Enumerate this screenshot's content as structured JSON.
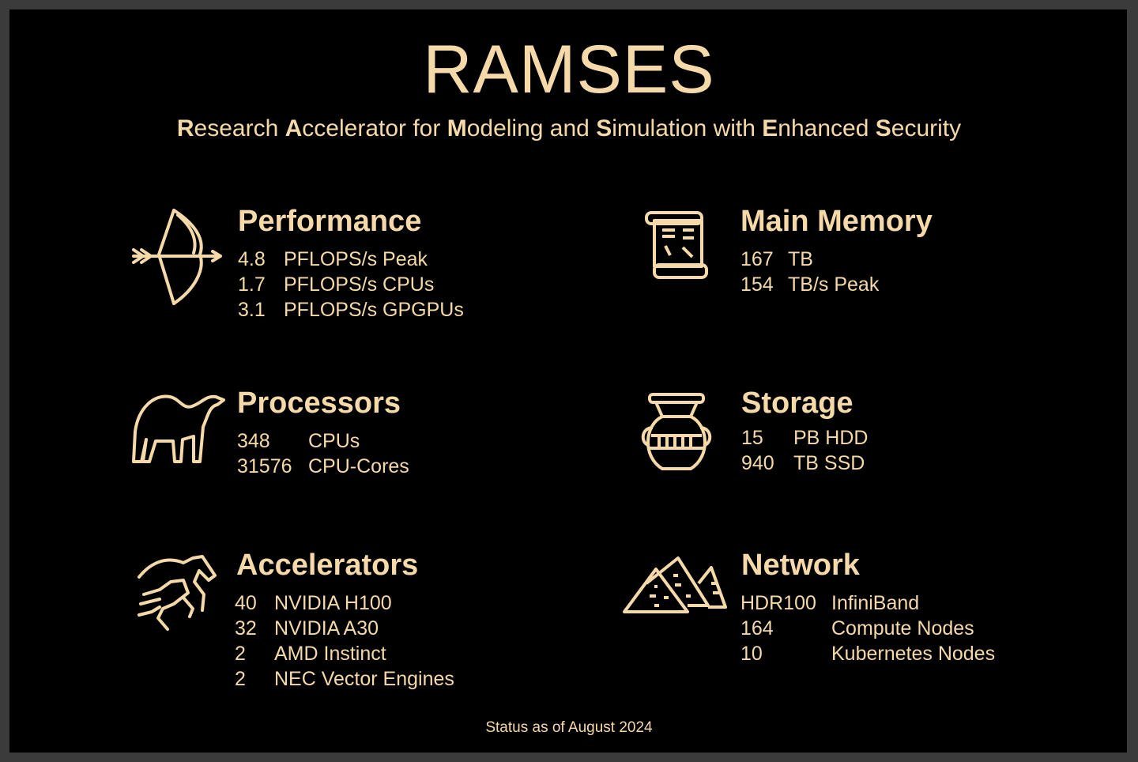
{
  "title": "RAMSES",
  "subtitle": [
    {
      "initial": "R",
      "rest": "esearch "
    },
    {
      "initial": "A",
      "rest": "ccelerator for "
    },
    {
      "initial": "M",
      "rest": "odeling and "
    },
    {
      "initial": "S",
      "rest": "imulation with "
    },
    {
      "initial": "E",
      "rest": "nhanced "
    },
    {
      "initial": "S",
      "rest": "ecurity"
    }
  ],
  "sections": {
    "performance": {
      "heading": "Performance",
      "icon": "bow-and-arrow-icon",
      "rows": [
        [
          "4.8",
          "PFLOPS/s Peak"
        ],
        [
          "1.7",
          "PFLOPS/s CPUs"
        ],
        [
          "3.1",
          "PFLOPS/s GPGPUs"
        ]
      ]
    },
    "memory": {
      "heading": "Main Memory",
      "icon": "papyrus-scroll-icon",
      "rows": [
        [
          "167",
          "TB"
        ],
        [
          "154",
          "TB/s Peak"
        ]
      ]
    },
    "processors": {
      "heading": "Processors",
      "icon": "camel-icon",
      "rows": [
        [
          "348",
          "CPUs"
        ],
        [
          "31576",
          "CPU-Cores"
        ]
      ]
    },
    "storage": {
      "heading": "Storage",
      "icon": "amphora-icon",
      "rows": [
        [
          "15",
          "PB HDD"
        ],
        [
          "940",
          "TB SSD"
        ]
      ]
    },
    "accelerators": {
      "heading": "Accelerators",
      "icon": "horses-icon",
      "rows": [
        [
          "40",
          "NVIDIA H100"
        ],
        [
          "32",
          "NVIDIA A30"
        ],
        [
          "2",
          "AMD Instinct"
        ],
        [
          "2",
          "NEC Vector Engines"
        ]
      ]
    },
    "network": {
      "heading": "Network",
      "icon": "pyramids-icon",
      "rows": [
        [
          "HDR100",
          "InfiniBand"
        ],
        [
          "164",
          "Compute Nodes"
        ],
        [
          "10",
          "Kubernetes Nodes"
        ]
      ]
    }
  },
  "footer": "Status as of August 2024",
  "colors": {
    "accent": "#f5d9a8",
    "background": "#000000",
    "frame": "#3b3b3b"
  }
}
